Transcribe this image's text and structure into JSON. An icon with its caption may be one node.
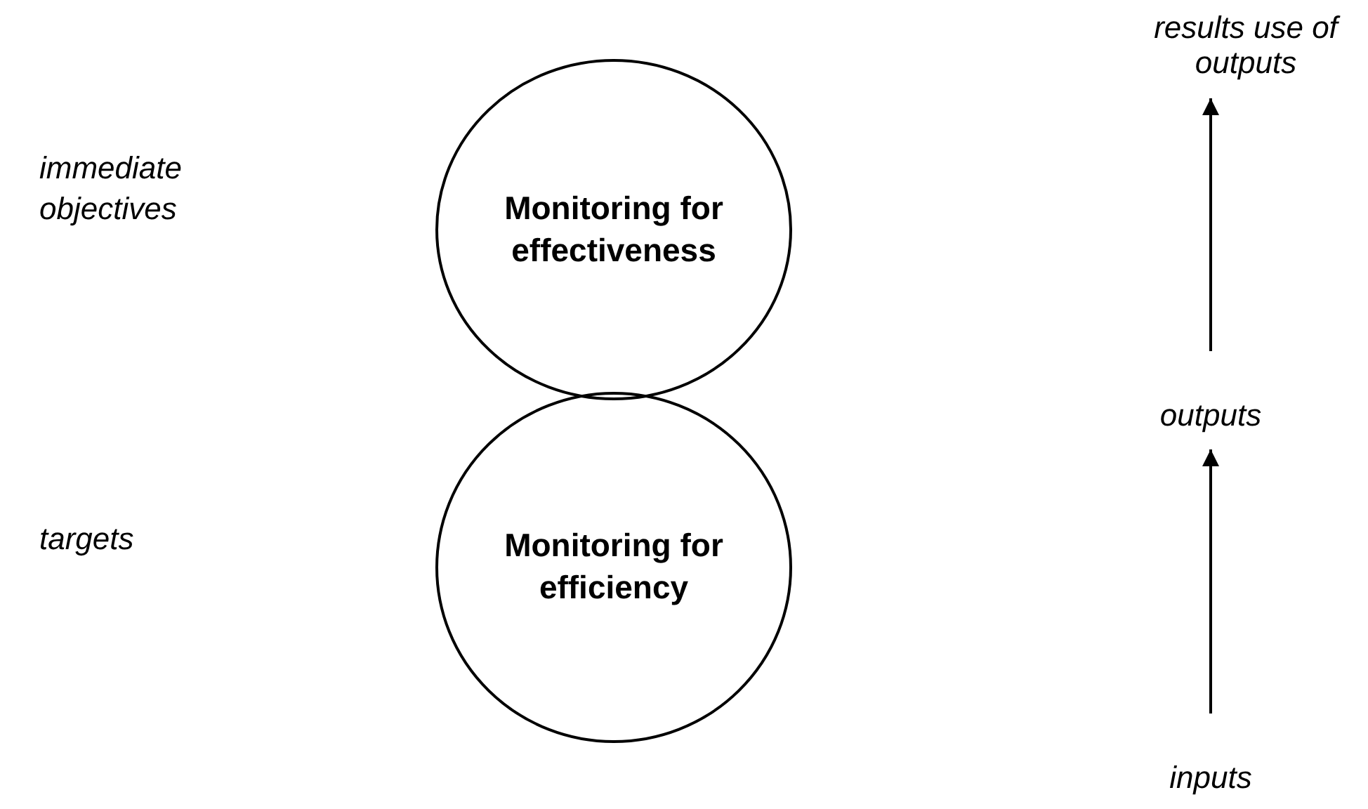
{
  "diagram": {
    "nodes": [
      {
        "text": [
          "Monitoring for effectiveness"
        ]
      },
      {
        "text": [
          "Monitoring for efficiency"
        ]
      },
      {
        "text": [
          "results use of outputs"
        ]
      },
      {
        "text": [
          "outputs"
        ]
      },
      {
        "text": [
          "inputs"
        ]
      }
    ],
    "edges": [
      {
        "from": 4,
        "to": 3,
        "arrow": "to"
      },
      {
        "from": 3,
        "to": 2,
        "arrow": "to"
      }
    ],
    "labels": [
      "immediate objectives",
      "targets"
    ]
  }
}
